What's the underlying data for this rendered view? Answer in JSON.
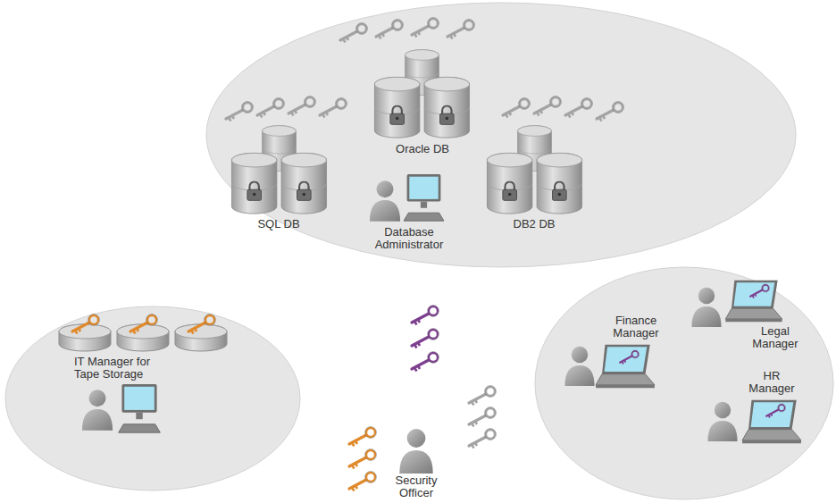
{
  "diagram": {
    "nodes": [
      {
        "text": [
          "Oracle DB",
          "SQL DB",
          "DB2 DB",
          "Database Administrator"
        ]
      },
      {
        "text": [
          "IT Manager for Tape Storage"
        ]
      },
      {
        "text": [
          "Legal Manager",
          "Finance Manager",
          "HR Manager"
        ]
      }
    ],
    "labels": [
      "Security Officer"
    ]
  }
}
